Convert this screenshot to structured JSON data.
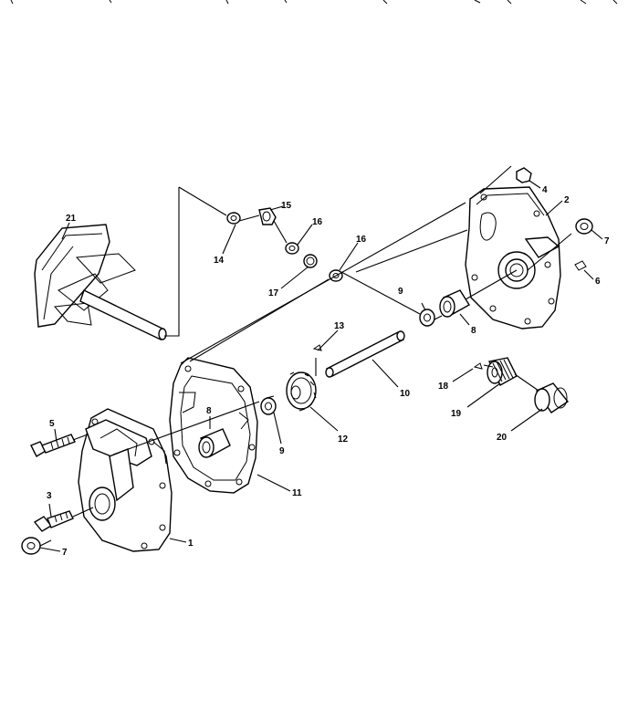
{
  "callouts": {
    "c1": "1",
    "c2": "2",
    "c3": "3",
    "c4": "4",
    "c5": "5",
    "c6": "6",
    "c7a": "7",
    "c7b": "7",
    "c8a": "8",
    "c8b": "8",
    "c9a": "9",
    "c9b": "9",
    "c10": "10",
    "c11": "11",
    "c12": "12",
    "c13": "13",
    "c14": "14",
    "c15": "15",
    "c16a": "16",
    "c16b": "16",
    "c17": "17",
    "c18": "18",
    "c19": "19",
    "c20": "20",
    "c21": "21"
  }
}
